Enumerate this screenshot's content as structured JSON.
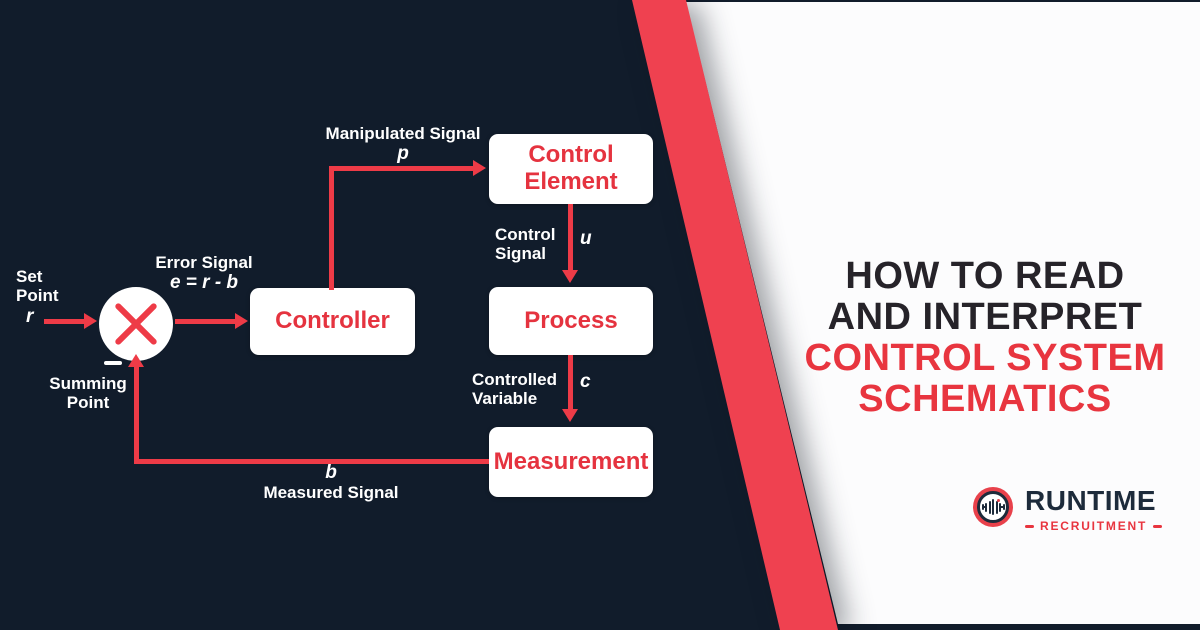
{
  "colors": {
    "navy": "#111c2b",
    "red": "#ee3b47",
    "red_deep": "#e5333f",
    "stripe_red": "#ef4150",
    "white_panel": "#fcfcfd",
    "title_dark": "#262329",
    "title_red": "#e8353f",
    "logo_navy": "#1d2b3b"
  },
  "diagram": {
    "set_point": {
      "line1": "Set",
      "line2": "Point",
      "symbol": "r"
    },
    "summing_point": {
      "line1": "Summing",
      "line2": "Point"
    },
    "error_signal": {
      "label": "Error Signal",
      "equation": "e = r - b"
    },
    "manipulated_signal": {
      "label": "Manipulated Signal",
      "symbol": "p"
    },
    "control_signal": {
      "line1": "Control",
      "line2": "Signal",
      "symbol": "u"
    },
    "controlled_variable": {
      "line1": "Controlled",
      "line2": "Variable",
      "symbol": "c"
    },
    "measured_signal": {
      "symbol": "b",
      "label": "Measured Signal"
    },
    "boxes": {
      "controller": "Controller",
      "control_element": "Control Element",
      "process": "Process",
      "measurement": "Measurement"
    }
  },
  "title": {
    "lines": [
      "HOW TO READ",
      "AND INTERPRET",
      "CONTROL SYSTEM",
      "SCHEMATICS"
    ]
  },
  "logo": {
    "name": "RUNTIME",
    "subtitle": "RECRUITMENT"
  }
}
